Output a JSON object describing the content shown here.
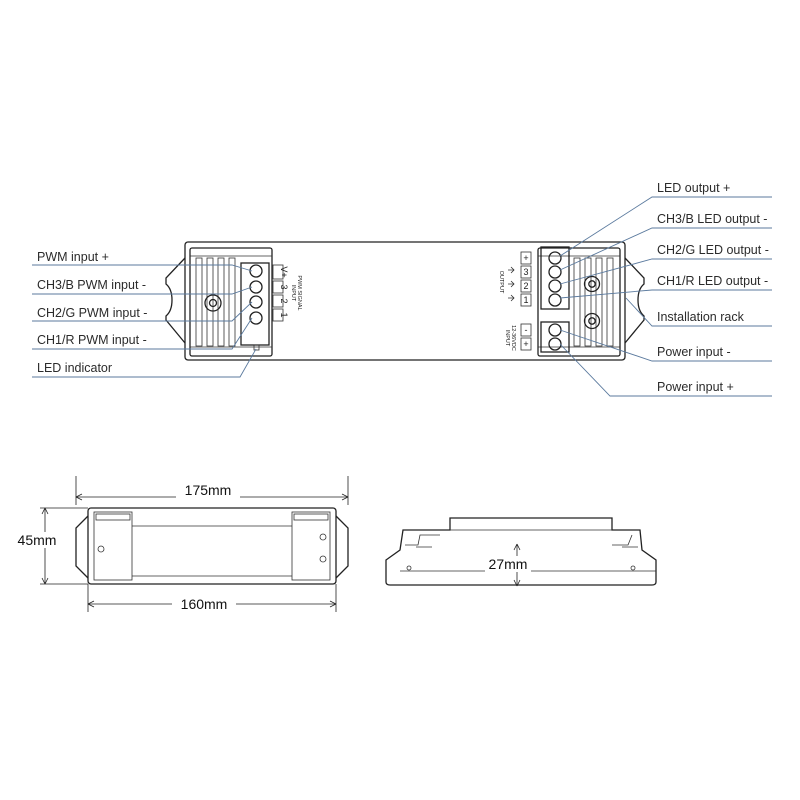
{
  "left_labels": {
    "pwm_plus": "PWM input +",
    "ch3": "CH3/B PWM input -",
    "ch2": "CH2/G PWM input -",
    "ch1": "CH1/R PWM input -",
    "led_indicator": "LED indicator"
  },
  "right_labels": {
    "led_plus": "LED output +",
    "ch3": "CH3/B LED output -",
    "ch2": "CH2/G LED output -",
    "ch1": "CH1/R LED output -",
    "rack": "Installation rack",
    "power_minus": "Power input -",
    "power_plus": "Power input +"
  },
  "device": {
    "input_label_1": "INPUT",
    "input_label_2": "PWM SIGNAL",
    "output_label": "OUTPUT",
    "power_label_1": "INPUT",
    "power_label_2": "12-36VDC",
    "input_terminals": [
      "V+",
      "3",
      "2",
      "1"
    ],
    "output_terminals": [
      "+",
      "3",
      "2",
      "1"
    ],
    "power_terminals": [
      "-",
      "+"
    ]
  },
  "dimensions": {
    "length_overall": "175mm",
    "width": "45mm",
    "length_body": "160mm",
    "height": "27mm"
  },
  "colors": {
    "leader_lines": "#5b7a9e",
    "outline": "#222222"
  }
}
